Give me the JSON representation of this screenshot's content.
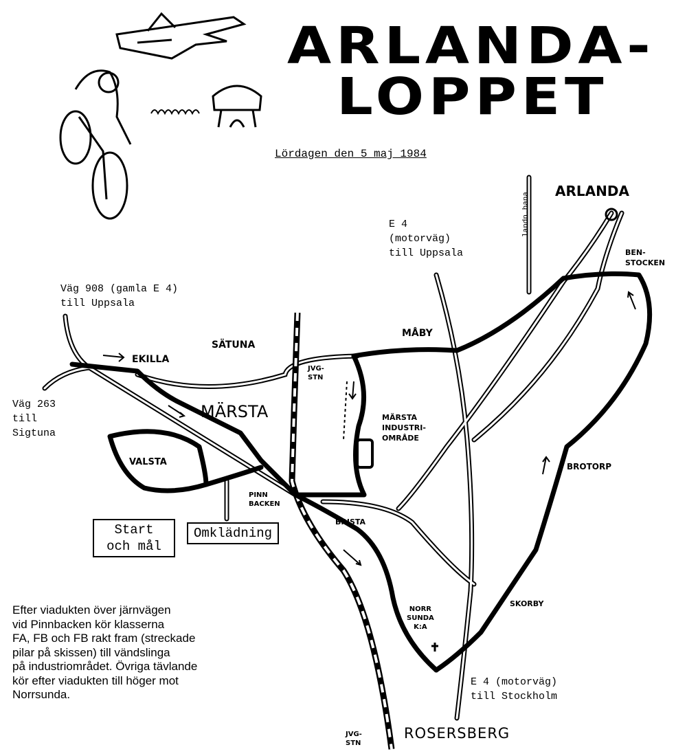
{
  "header": {
    "title_line1": "ARLANDA-",
    "title_line2": "LOPPET",
    "date": "Lördagen den 5 maj 1984"
  },
  "map": {
    "places": {
      "arlanda": "ARLANDA",
      "landningsbana": "landn.bana",
      "benstocken": "BEN-\nSTOCKEN",
      "e4_north": "E 4\n(motorväg)\ntill Uppsala",
      "vag908": "Väg 908 (gamla E 4)\ntill Uppsala",
      "satuna": "SÄTUNA",
      "maby": "MÅBY",
      "ekilla": "EKILLA",
      "jvg_stn_marsta": "JVG-\nSTN",
      "marsta": "MÄRSTA",
      "vag263": "Väg 263\ntill\nSigtuna",
      "valsta": "VALSTA",
      "industriomrade": "MÄRSTA\nINDUSTRI-\nOMRÅDE",
      "brotorp": "BROTORP",
      "pinnbacken": "PINN\nBACKEN",
      "brista": "BRISTA",
      "norrsunda": "NORR\nSUNDA\nK:A",
      "skorby": "SKORBY",
      "e4_south": "E 4 (motorväg)\ntill Stockholm",
      "rosersberg": "ROSERSBERG",
      "jvg_stn_rosersberg": "JVG-\nSTN"
    },
    "boxes": {
      "start": "Start\noch mål",
      "omkladning": "Omklädning"
    }
  },
  "note": "Efter viadukten över järnvägen\nvid Pinnbacken kör klasserna\nFA, FB och FB rakt fram (streckade\npilar på skissen) till vändslinga\npå industriområdet. Övriga tävlande\nkör efter viadukten till höger mot\nNorrsunda.",
  "colors": {
    "ink": "#000000",
    "paper": "#ffffff"
  }
}
